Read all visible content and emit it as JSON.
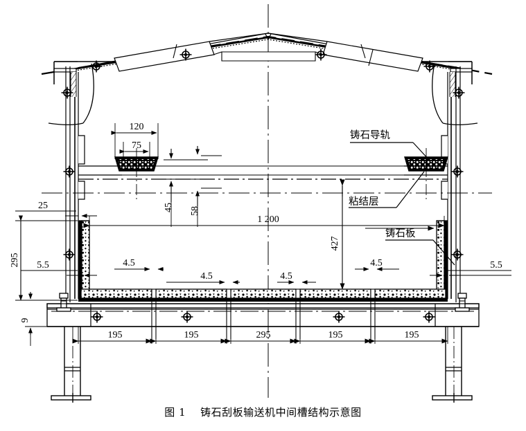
{
  "figure": {
    "caption_number": "图 1",
    "caption_text": "铸石刮板输送机中间槽结构示意图",
    "caption_full": "图 1    铸石刮板输送机中间槽结构示意图",
    "title_cn": "铸石刮板输送机中间槽结构示意图"
  },
  "labels": {
    "guide_rail": "铸石导轨",
    "bonding_layer": "粘结层",
    "cast_stone_plate": "铸石板"
  },
  "dimensions": {
    "rail_outer_width": "120",
    "rail_inner_width": "75",
    "rail_height_45": "45",
    "rail_height_58": "58",
    "wall_offset_25": "25",
    "side_height_295": "295",
    "plate_thickness_left_5_5": "5.5",
    "plate_thickness_right_5_5": "5.5",
    "base_height_9": "9",
    "trough_width_1200": "1 200",
    "trough_depth_427": "427",
    "gap_a_4_5": "4.5",
    "gap_b_4_5": "4.5",
    "gap_c_4_5": "4.5",
    "gap_d_4_5": "4.5",
    "seg_1_195": "195",
    "seg_2_195": "195",
    "seg_3_295": "295",
    "seg_4_195": "195",
    "seg_5_195": "195"
  },
  "colors": {
    "line": "#000000",
    "background": "#ffffff",
    "fill_solid": "#000000",
    "fill_none": "none"
  },
  "icons": {
    "weld_mark": "weld-cross-circle-icon",
    "centerline": "center-line-icon"
  }
}
